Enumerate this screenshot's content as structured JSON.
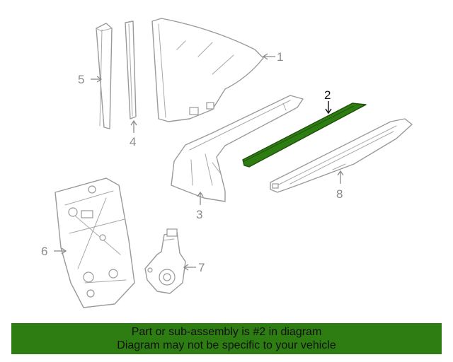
{
  "diagram": {
    "callouts": [
      {
        "id": "1",
        "label": "1"
      },
      {
        "id": "2",
        "label": "2"
      },
      {
        "id": "3",
        "label": "3"
      },
      {
        "id": "4",
        "label": "4"
      },
      {
        "id": "5",
        "label": "5"
      },
      {
        "id": "6",
        "label": "6"
      },
      {
        "id": "7",
        "label": "7"
      },
      {
        "id": "8",
        "label": "8"
      }
    ],
    "highlighted_part": "2",
    "highlight_color": "#2e7d12",
    "line_color": "#9a9a9a"
  },
  "banner": {
    "line1": "Part or sub-assembly is #2 in diagram",
    "line2": "Diagram may not be specific to your vehicle",
    "background": "#2e7d12"
  }
}
